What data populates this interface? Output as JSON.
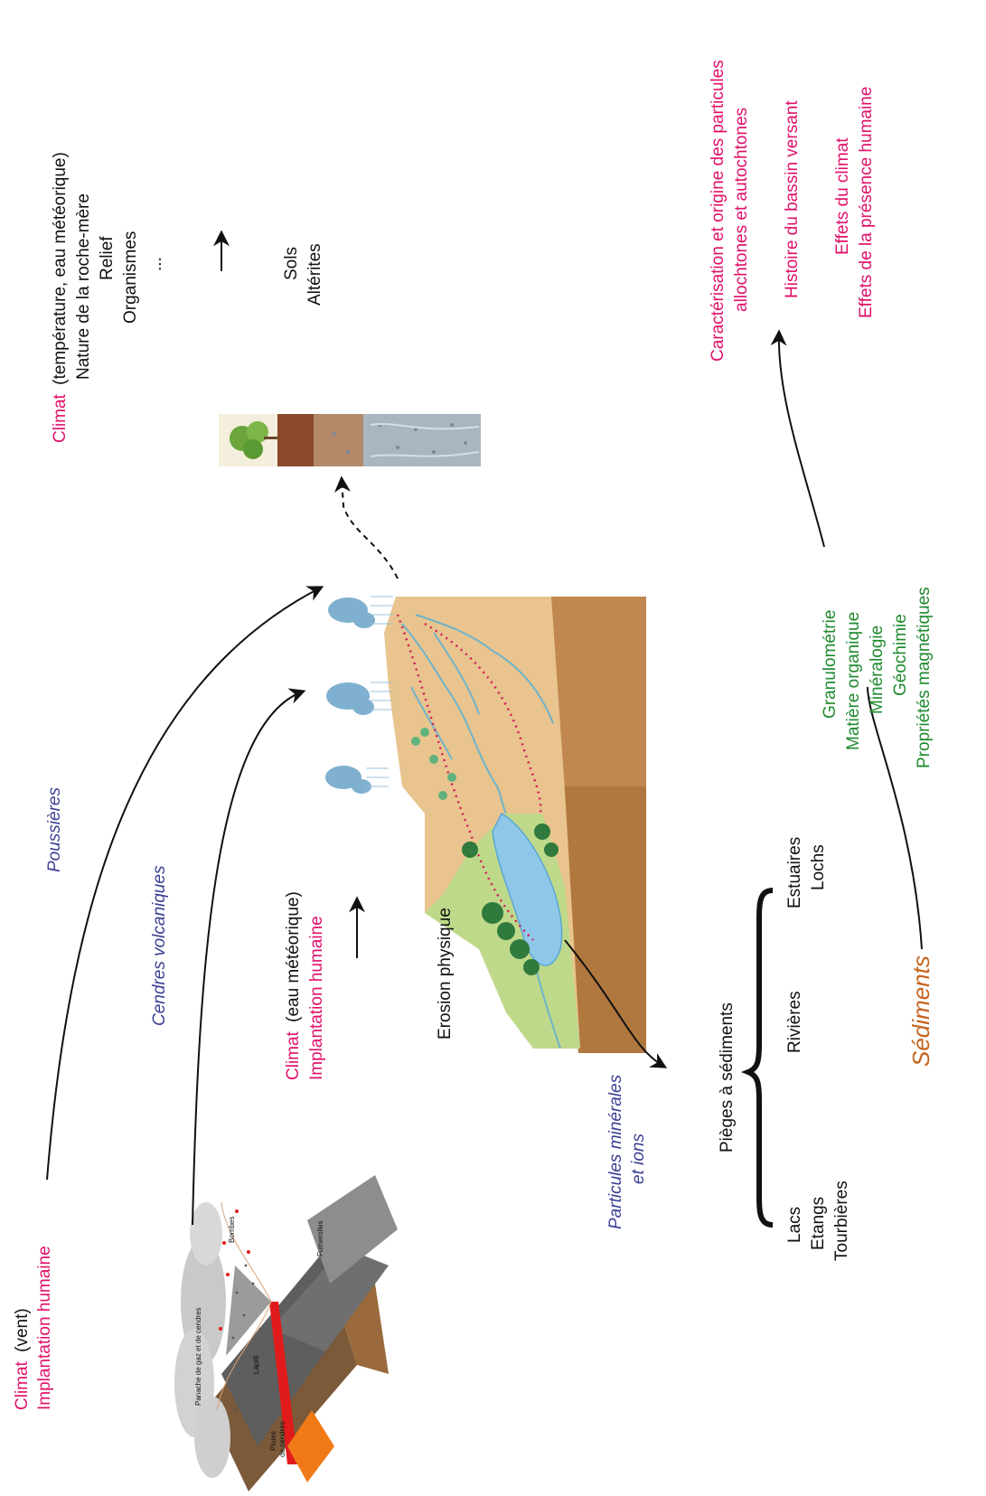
{
  "colors": {
    "accent_pink": "#e0116a",
    "text_black": "#111111",
    "analysis_green": "#1f8a2f",
    "transport_blue": "#3a3f95",
    "sediments_orange": "#c4631c"
  },
  "climate_wind": {
    "climat": "Climat",
    "detail": "(vent)",
    "human": "Implantation humaine"
  },
  "transport": {
    "poussieres": "Poussières",
    "cendres": "Cendres volcaniques",
    "particules_line1": "Particules minérales",
    "particules_line2": "et ions"
  },
  "volcano_labels": {
    "bombes": "Bombes",
    "fumerolles": "Fumerolles",
    "panache": "Panache de gaz et de cendres",
    "lapilli": "Lapilli",
    "pluies_line1": "Pluies",
    "pluies_line2": "de cendres"
  },
  "climate_water": {
    "climat": "Climat",
    "detail": "(eau météorique)",
    "human": "Implantation humaine"
  },
  "erosion": {
    "label": "Erosion physique"
  },
  "soil_factors": {
    "climat": "Climat",
    "detail": "(température, eau météorique)",
    "roche": "Nature de la roche-mère",
    "relief": "Relief",
    "organismes": "Organismes",
    "etc": "..."
  },
  "soils": {
    "sols": "Sols",
    "alterites": "Altérites"
  },
  "traps": {
    "title": "Pièges à sédiments",
    "lacs": "Lacs",
    "etangs": "Etangs",
    "tourbieres": "Tourbières",
    "rivieres": "Rivières",
    "estuaires": "Estuaires",
    "lochs": "Lochs"
  },
  "sediments": {
    "title": "Sédiments"
  },
  "analyses": {
    "granulometrie": "Granulométrie",
    "matiere": "Matière organique",
    "mineralogie": "Minéralogie",
    "geochimie": "Géochimie",
    "magnetiques": "Propriétés magnétiques"
  },
  "outcomes": {
    "caract_line1": "Caractérisation et origine des particules",
    "caract_line2": "allochtones et autochtones",
    "histoire": "Histoire du bassin versant",
    "effets_climat": "Effets du climat",
    "effets_humain": "Effets de la présence humaine"
  }
}
